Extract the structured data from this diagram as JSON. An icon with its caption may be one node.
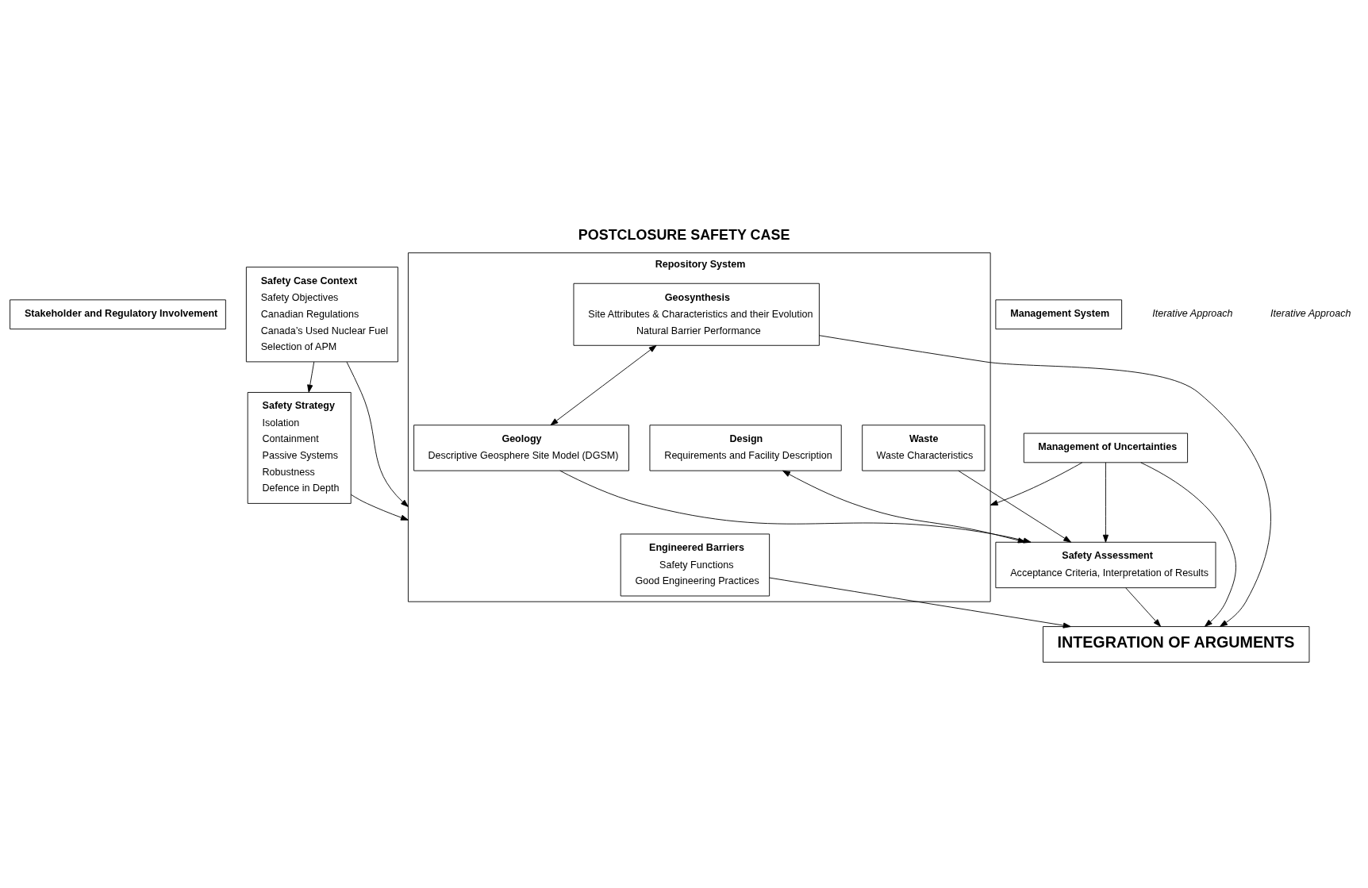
{
  "diagram": {
    "title": "POSTCLOSURE SAFETY CASE",
    "nodes": [
      {
        "text": [
          "Stakeholder and Regulatory Involvement"
        ]
      },
      {
        "text": [
          "Safety Case Context",
          "Safety Objectives",
          "Canadian Regulations",
          "Canada’s Used Nuclear Fuel",
          "Selection of APM"
        ]
      },
      {
        "text": [
          "Safety Strategy",
          "Isolation",
          "Containment",
          "Passive Systems",
          "Robustness",
          "Defence in Depth"
        ]
      },
      {
        "text": [
          "Repository System"
        ]
      },
      {
        "text": [
          "Engineered Barriers",
          "Safety Functions",
          "Good Engineering Practices"
        ],
        "in": 3
      },
      {
        "text": [
          "Geosynthesis",
          "Site Attributes & Characteristics and their Evolution",
          "Natural Barrier Performance"
        ],
        "in": 3
      },
      {
        "text": [
          "Geology",
          "Descriptive Geosphere Site Model (DGSM)"
        ],
        "in": 3
      },
      {
        "text": [
          "Waste",
          "Waste Characteristics"
        ],
        "in": 3
      },
      {
        "text": [
          "Design",
          "Requirements and Facility Description"
        ],
        "in": 3
      },
      {
        "text": [
          "Safety Assessment",
          "Acceptance Criteria, Interpretation of Results"
        ]
      },
      {
        "text": [
          "INTEGRATION OF ARGUMENTS"
        ]
      },
      {
        "text": [
          "Management of Uncertainties"
        ]
      },
      {
        "text": [
          "Management System"
        ]
      }
    ],
    "edges": [
      {
        "from": 1,
        "to": 2,
        "arrow": "to"
      },
      {
        "from": 1,
        "to": 3,
        "arrow": "to"
      },
      {
        "from": 2,
        "to": 3,
        "arrow": "to"
      },
      {
        "from": 5,
        "to": 6,
        "arrow": "both"
      },
      {
        "from": 6,
        "to": 9,
        "arrow": "to"
      },
      {
        "from": 8,
        "to": 9,
        "arrow": "both"
      },
      {
        "from": 7,
        "to": 9,
        "arrow": "to"
      },
      {
        "from": 4,
        "to": 10,
        "arrow": "to"
      },
      {
        "from": 5,
        "to": 10,
        "arrow": "to"
      },
      {
        "from": 9,
        "to": 10,
        "arrow": "to"
      },
      {
        "from": 11,
        "to": 3,
        "arrow": "to"
      },
      {
        "from": 11,
        "to": 9,
        "arrow": "to"
      },
      {
        "from": 11,
        "to": 10,
        "arrow": "to"
      }
    ],
    "labels": [
      "Iterative Approach",
      "Iterative Approach"
    ]
  }
}
